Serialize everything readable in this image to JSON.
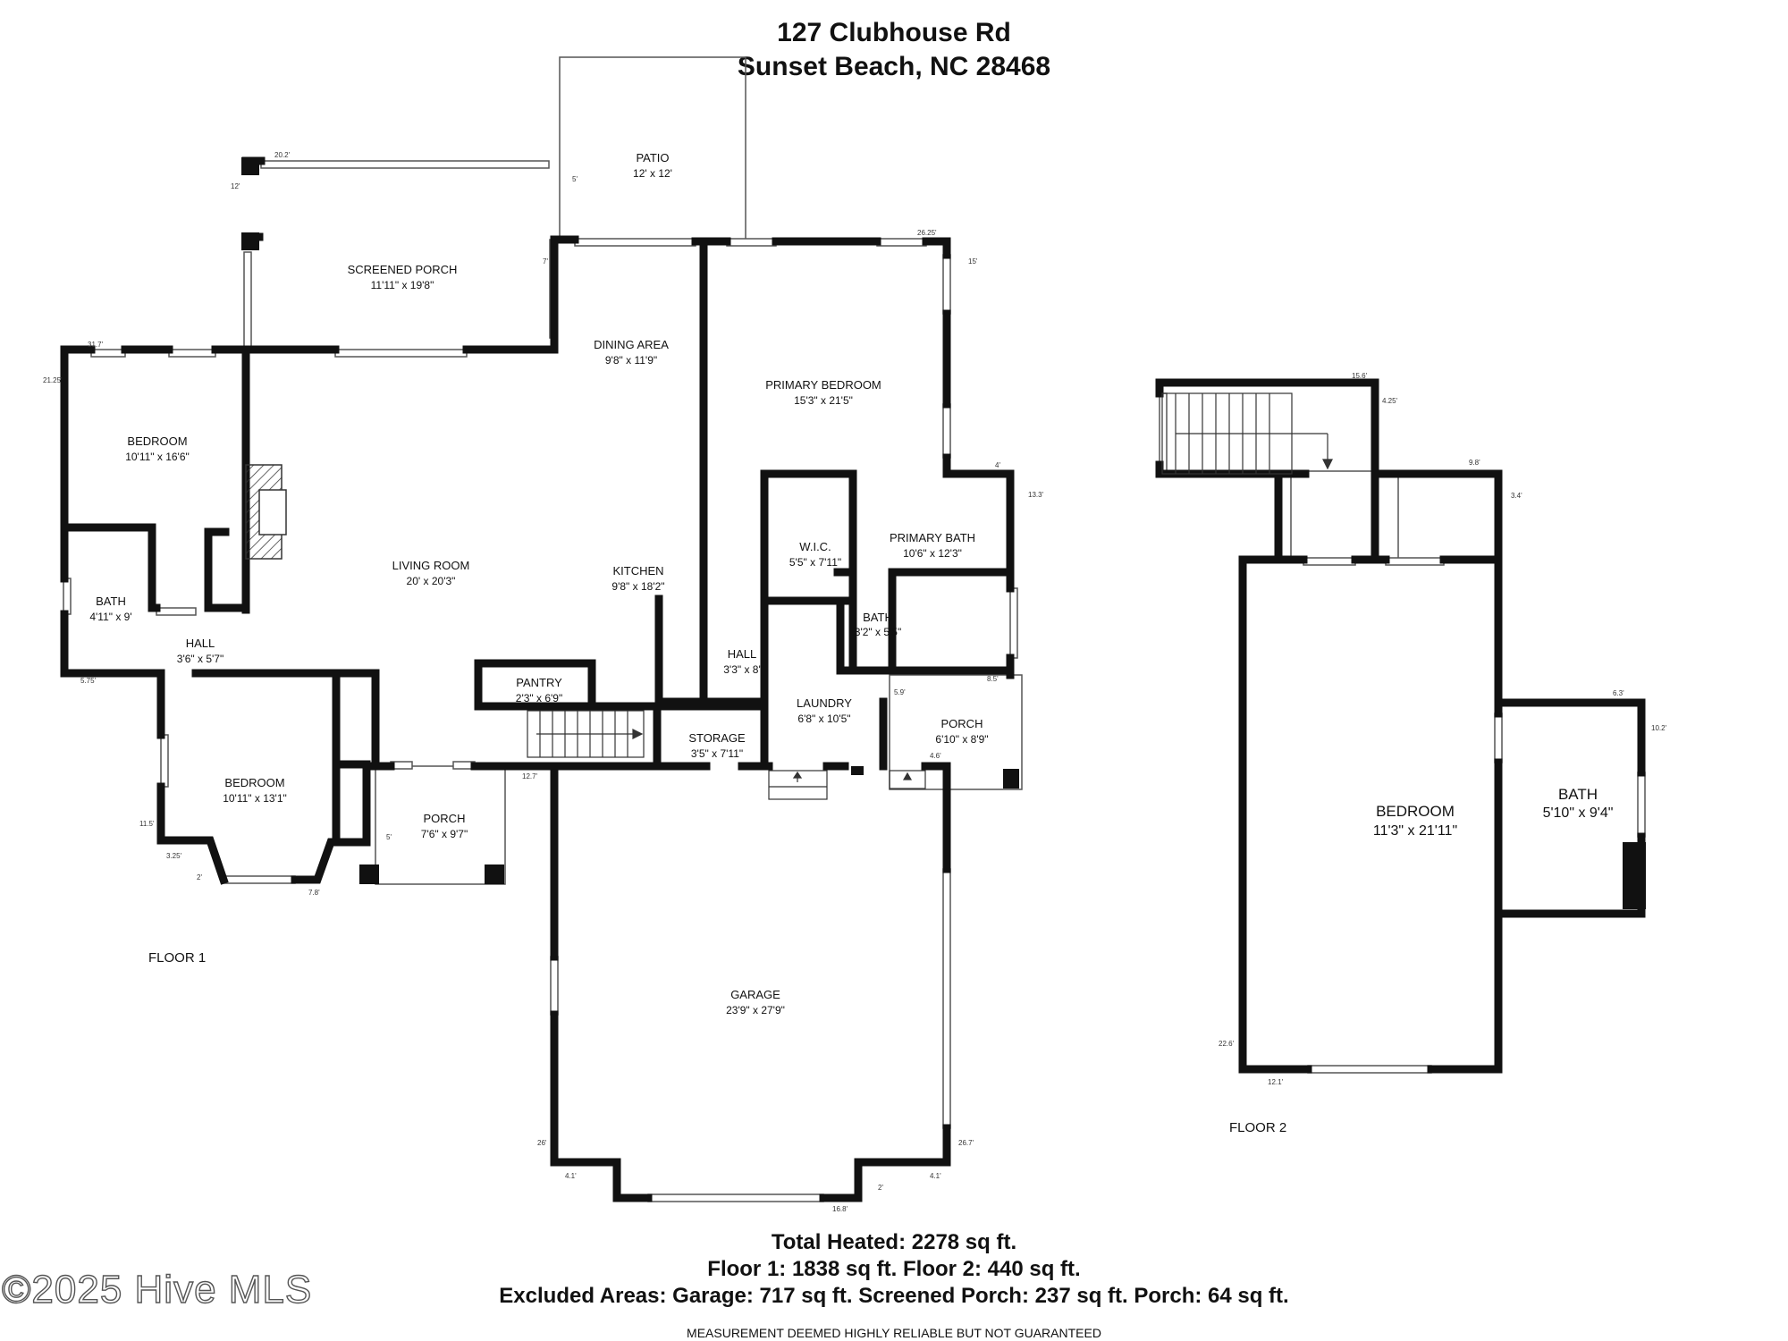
{
  "header": {
    "line1": "127 Clubhouse Rd",
    "line2": "Sunset Beach, NC 28468"
  },
  "floors": {
    "floor1": "FLOOR 1",
    "floor2": "FLOOR 2"
  },
  "rooms": {
    "patio": {
      "name": "PATIO",
      "dims": "12' x 12'"
    },
    "screened_porch": {
      "name": "SCREENED PORCH",
      "dims": "11'11\" x 19'8\""
    },
    "dining_area": {
      "name": "DINING AREA",
      "dims": "9'8\" x 11'9\""
    },
    "primary_bedroom": {
      "name": "PRIMARY BEDROOM",
      "dims": "15'3\" x 21'5\""
    },
    "bedroom_1": {
      "name": "BEDROOM",
      "dims": "10'11\" x 16'6\""
    },
    "living_room": {
      "name": "LIVING ROOM",
      "dims": "20' x 20'3\""
    },
    "kitchen": {
      "name": "KITCHEN",
      "dims": "9'8\" x 18'2\""
    },
    "wic": {
      "name": "W.I.C.",
      "dims": "5'5\" x 7'11\""
    },
    "primary_bath": {
      "name": "PRIMARY BATH",
      "dims": "10'6\" x 12'3\""
    },
    "bath_1": {
      "name": "BATH",
      "dims": "4'11\" x 9'"
    },
    "bath_2": {
      "name": "BATH",
      "dims": "3'2\" x 5'5\""
    },
    "hall_1": {
      "name": "HALL",
      "dims": "3'6\" x 5'7\""
    },
    "hall_2": {
      "name": "HALL",
      "dims": "3'3\" x 8'"
    },
    "pantry": {
      "name": "PANTRY",
      "dims": "2'3\" x 6'9\""
    },
    "laundry": {
      "name": "LAUNDRY",
      "dims": "6'8\" x 10'5\""
    },
    "porch_side": {
      "name": "PORCH",
      "dims": "6'10\" x 8'9\""
    },
    "storage": {
      "name": "STORAGE",
      "dims": "3'5\" x 7'11\""
    },
    "bedroom_2": {
      "name": "BEDROOM",
      "dims": "10'11\" x 13'1\""
    },
    "porch_front": {
      "name": "PORCH",
      "dims": "7'6\" x 9'7\""
    },
    "garage": {
      "name": "GARAGE",
      "dims": "23'9\" x 27'9\""
    },
    "bedroom_up": {
      "name": "BEDROOM",
      "dims": "11'3\" x 21'11\""
    },
    "bath_up": {
      "name": "BATH",
      "dims": "5'10\" x 9'4\""
    }
  },
  "wall_measurements": [
    "20.2'",
    "12'",
    "5'",
    "7'",
    "26.25'",
    "15'",
    "31.7'",
    "21.25'",
    "4'",
    "13.3'",
    "5.75'",
    "11.5'",
    "3.25'",
    "2'",
    "7.8'",
    "12.7'",
    "5'",
    "5.9'",
    "8.5'",
    "4.6'",
    "26'",
    "4.1'",
    "16.8'",
    "2'",
    "4.1'",
    "26.7'",
    "15.6'",
    "4.25'",
    "9.8'",
    "3.4'",
    "6.3'",
    "10.2'",
    "22.6'",
    "12.1'"
  ],
  "totals": {
    "heated": "Total Heated: 2278 sq ft.",
    "floors": "Floor 1: 1838 sq ft. Floor 2: 440 sq ft.",
    "excluded": "Excluded Areas: Garage: 717 sq ft. Screened Porch: 237 sq ft. Porch: 64 sq ft."
  },
  "disclaimer": "MEASUREMENT DEEMED HIGHLY RELIABLE BUT NOT GUARANTEED",
  "watermark": "©2025 Hive MLS"
}
